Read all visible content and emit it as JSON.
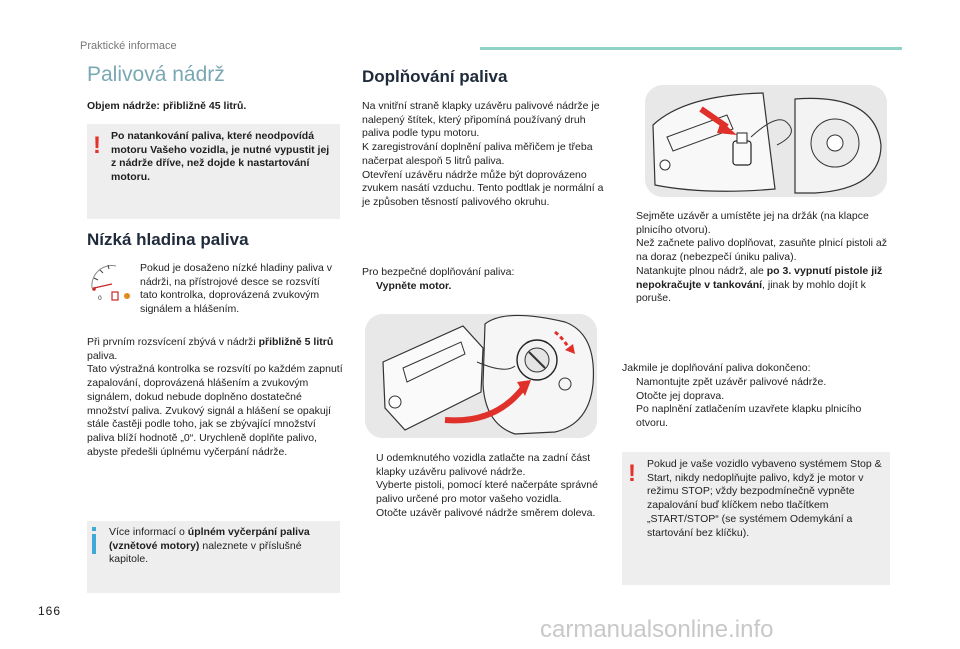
{
  "header": {
    "section": "Praktické informace"
  },
  "page_number": "166",
  "watermark": "carmanualsonline.info",
  "left": {
    "title": "Palivová nádrž",
    "capacity": "Objem nádrže: přibližně 45 litrů.",
    "warning": "Po natankování paliva, které neodpovídá motoru Vašeho vozidla, je nutné vypustit jej z nádrže dříve, než dojde k nastartování motoru.",
    "low_title": "Nízká hladina paliva",
    "low_text": "Pokud je dosaženo nízké hladiny paliva v nádrži, na přístrojové desce se rozsvítí tato kontrolka, doprovázená zvukovým signálem a hlášením.",
    "remain_pre": "Při prvním rozsvícení zbývá v nádrži ",
    "remain_bold": "přibližně 5 litrů",
    "remain_post": " paliva.",
    "remain_more": "Tato výstražná kontrolka se rozsvítí po každém zapnutí zapalování, doprovázená hlášením a zvukovým signálem, dokud nebude doplněno dostatečné množství paliva. Zvukový signál a hlášení se opakují stále častěji podle toho, jak se zbývající množství paliva blíží hodnotě „0“. Urychleně doplňte palivo, abyste předešli úplnému vyčerpání nádrže.",
    "info_pre": "Více informací o ",
    "info_bold": "úplném vyčerpání paliva (vznětové motory)",
    "info_post": " naleznete v příslušné kapitole."
  },
  "middle": {
    "title": "Doplňování paliva",
    "intro": "Na vnitřní straně klapky uzávěru palivové nádrže je nalepený štítek, který připomíná používaný druh paliva podle typu motoru.\nK zaregistrování doplnění paliva měřičem je třeba načerpat alespoň 5 litrů paliva.\nOtevření uzávěru nádrže může být doprovázeno zvukem nasátí vzduchu. Tento podtlak je normální a je způsoben těsností palivového okruhu.",
    "safety_label": "Pro bezpečné doplňování paliva:",
    "safety_marker": "",
    "safety_bold": "Vypněte motor.",
    "steps": [
      "U odemknutého vozidla zatlačte na zadní část klapky uzávěru palivové nádrže.",
      "Vyberte pistoli, pomocí které načerpáte správné palivo určené pro motor vašeho vozidla.",
      "Otočte uzávěr palivové nádrže směrem doleva."
    ]
  },
  "right": {
    "steps1": [
      {
        "text": "Sejměte uzávěr a umístěte jej na držák (na klapce plnicího otvoru).",
        "bold": "",
        "post": ""
      },
      {
        "text": "Než začnete palivo doplňovat, zasuňte plnicí pistoli až na doraz (nebezpečí úniku paliva).",
        "bold": "",
        "post": ""
      },
      {
        "text": "Natankujte plnou nádrž, ale ",
        "bold": "po 3. vypnutí pistole již nepokračujte v tankování",
        "post": ", jinak by mohlo dojít k poruše."
      }
    ],
    "after_label": "Jakmile je doplňování paliva dokončeno:",
    "steps2": [
      "Namontujte zpět uzávěr palivové nádrže.",
      "Otočte jej doprava.",
      "Po naplnění zatlačením uzavřete klapku plnicího otvoru."
    ],
    "warning": "Pokud je vaše vozidlo vybaveno systémem Stop & Start, nikdy nedoplňujte palivo, když je motor v režimu STOP; vždy bezpodmínečně vypněte zapalování buď klíčkem nebo tlačítkem „START/STOP“ (se systémem Odemykání a startování bez klíčku)."
  },
  "marker": "",
  "colors": {
    "accent": "#8fd3c8",
    "warning": "#e4322b",
    "info": "#3fa9d8",
    "arrow": "#e0302a"
  }
}
